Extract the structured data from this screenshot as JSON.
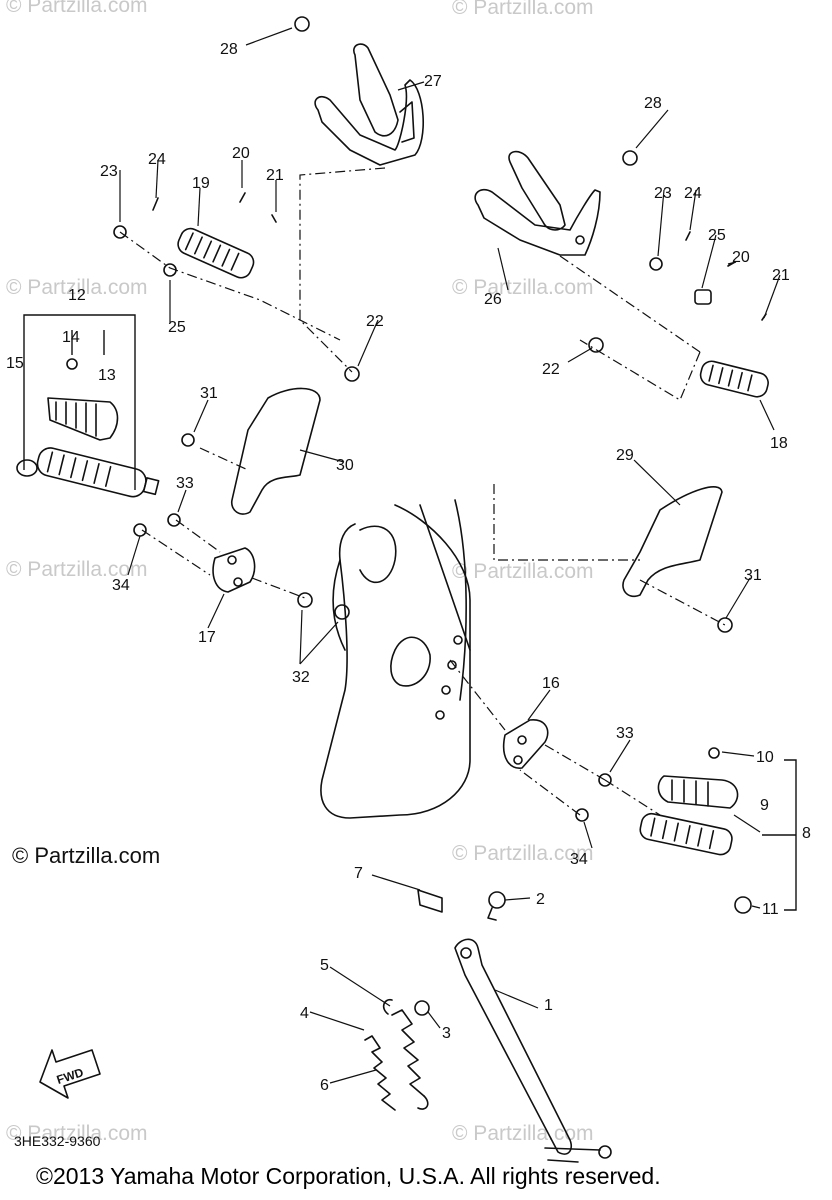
{
  "watermark": "© Partzilla.com",
  "brand_watermark": "© Partzilla.com",
  "diagram_code": "3HE332-9360",
  "copyright": "©2013  Yamaha Motor Corporation, U.S.A. All rights reserved.",
  "fwd_label": "FWD",
  "callouts": {
    "c1": "1",
    "c2": "2",
    "c3": "3",
    "c4": "4",
    "c5": "5",
    "c6": "6",
    "c7": "7",
    "c8": "8",
    "c9": "9",
    "c10": "10",
    "c11": "11",
    "c12": "12",
    "c13": "13",
    "c14": "14",
    "c15": "15",
    "c16": "16",
    "c17": "17",
    "c18": "18",
    "c19": "19",
    "c20a": "20",
    "c20b": "20",
    "c21a": "21",
    "c21b": "21",
    "c22a": "22",
    "c22b": "22",
    "c23a": "23",
    "c23b": "23",
    "c24a": "24",
    "c24b": "24",
    "c25a": "25",
    "c25b": "25",
    "c26": "26",
    "c27": "27",
    "c28a": "28",
    "c28b": "28",
    "c29": "29",
    "c30": "30",
    "c31a": "31",
    "c31b": "31",
    "c32": "32",
    "c33a": "33",
    "c33b": "33",
    "c34a": "34",
    "c34b": "34"
  },
  "colors": {
    "ink": "#111111",
    "watermark": "#c9c9c9"
  }
}
